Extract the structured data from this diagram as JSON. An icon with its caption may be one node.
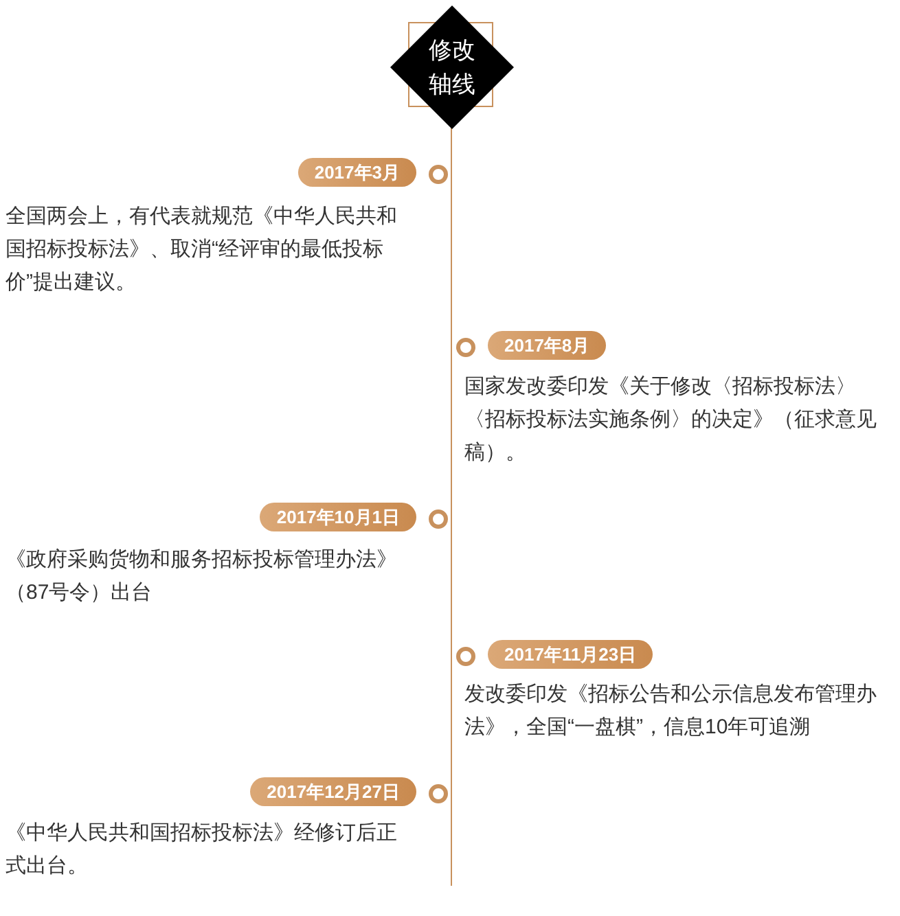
{
  "diagram": {
    "nodes": [
      {
        "text": [
          "修改轴线"
        ]
      },
      {
        "text": [
          "2017年3月"
        ],
        "beside": [
          "全国两会上，有代表就规范《中华人民共和国招标投标法》、取消“经评审的最低投标价”提出建议。"
        ]
      },
      {
        "text": [
          "2017年8月"
        ],
        "beside": [
          "国家发改委印发《关于修改〈招标投标法〉〈招标投标法实施条例〉的决定》（征求意见稿）。"
        ]
      },
      {
        "text": [
          "2017年10月1日"
        ],
        "beside": [
          "《政府采购货物和服务招标投标管理办法》（87号令）出台"
        ]
      },
      {
        "text": [
          "2017年11月23日"
        ],
        "beside": [
          "发改委印发《招标公告和公示信息发布管理办法》，全国“一盘棋”，信息10年可追溯"
        ]
      },
      {
        "text": [
          "2017年12月27日"
        ],
        "beside": [
          "《中华人民共和国招标投标法》经修订后正式出台。"
        ]
      }
    ],
    "edges": []
  }
}
